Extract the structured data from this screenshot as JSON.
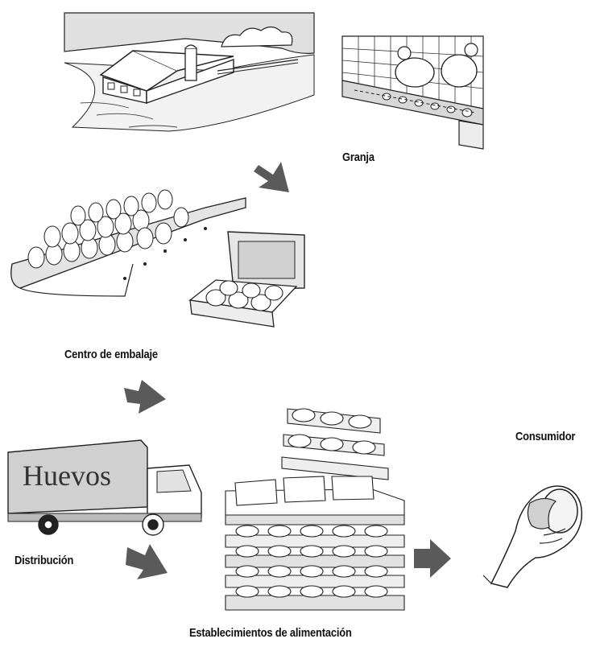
{
  "stages": {
    "farm": {
      "label": "Granja"
    },
    "packing": {
      "label": "Centro de embalaje"
    },
    "distribution": {
      "label": "Distribución",
      "truck_text": "Huevos"
    },
    "stores": {
      "label": "Establecimientos de alimentación"
    },
    "consumer": {
      "label": "Consumidor"
    }
  },
  "colors": {
    "arrow": "#5a5a5a",
    "ink": "#1a1a1a",
    "shade": "#d6d6d6"
  }
}
